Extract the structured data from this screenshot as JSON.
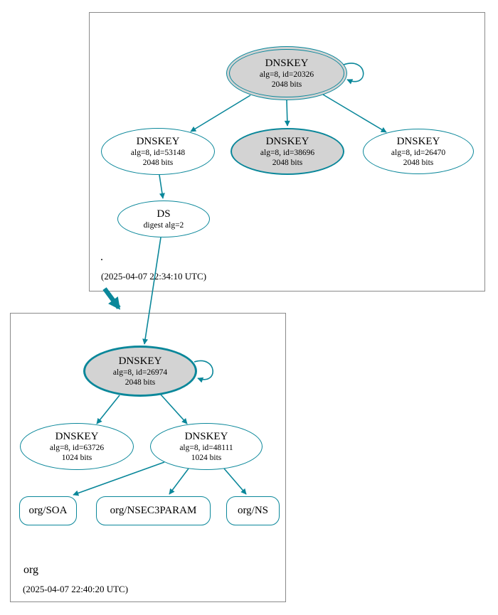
{
  "colors": {
    "edge": "#0a879a",
    "sep_fill": "#d3d3d3",
    "node_fill": "#ffffff",
    "box_border": "#8a8a8a"
  },
  "zones": {
    "root": {
      "name": ".",
      "timestamp": "(2025-04-07 22:34:10 UTC)",
      "nodes": {
        "ksk": {
          "title": "DNSKEY",
          "line1": "alg=8, id=20326",
          "line2": "2048 bits"
        },
        "zsk1": {
          "title": "DNSKEY",
          "line1": "alg=8, id=53148",
          "line2": "2048 bits"
        },
        "zsk2": {
          "title": "DNSKEY",
          "line1": "alg=8, id=38696",
          "line2": "2048 bits"
        },
        "zsk3": {
          "title": "DNSKEY",
          "line1": "alg=8, id=26470",
          "line2": "2048 bits"
        },
        "ds": {
          "title": "DS",
          "line1": "digest alg=2"
        }
      }
    },
    "org": {
      "name": "org",
      "timestamp": "(2025-04-07 22:40:20 UTC)",
      "nodes": {
        "ksk": {
          "title": "DNSKEY",
          "line1": "alg=8, id=26974",
          "line2": "2048 bits"
        },
        "zsk1": {
          "title": "DNSKEY",
          "line1": "alg=8, id=63726",
          "line2": "1024 bits"
        },
        "zsk2": {
          "title": "DNSKEY",
          "line1": "alg=8, id=48111",
          "line2": "1024 bits"
        },
        "rrset_soa": {
          "label": "org/SOA"
        },
        "rrset_nsec3param": {
          "label": "org/NSEC3PARAM"
        },
        "rrset_ns": {
          "label": "org/NS"
        }
      }
    }
  }
}
